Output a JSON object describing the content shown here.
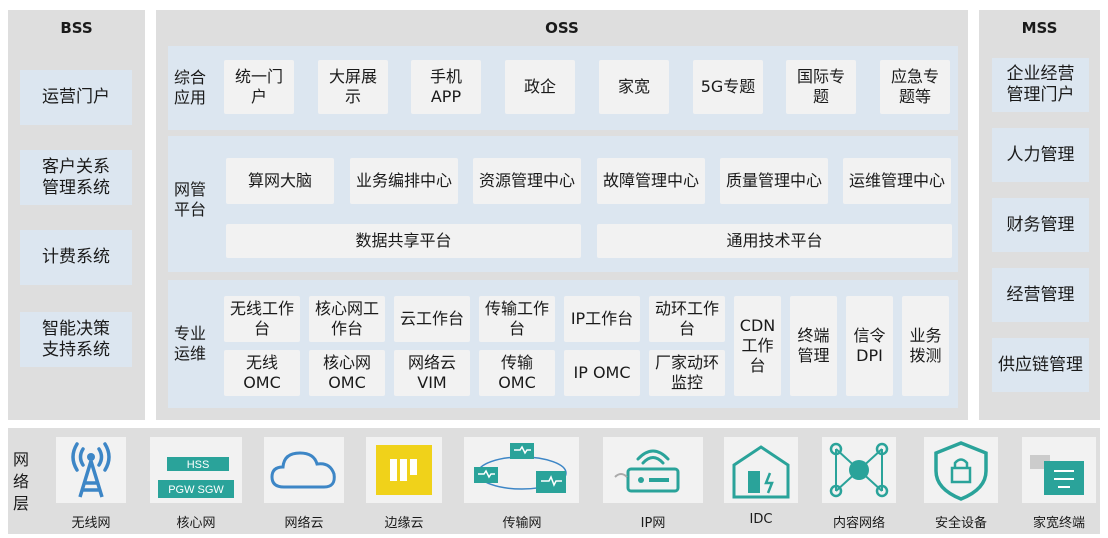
{
  "bss": {
    "title": "BSS",
    "items": [
      "运营门户",
      "客户关系\n管理系统",
      "计费系统",
      "智能决策\n支持系统"
    ]
  },
  "oss": {
    "title": "OSS",
    "app_layer": {
      "label": "综合\n应用",
      "items": [
        "统一门\n户",
        "大屏展\n示",
        "手机\nAPP",
        "政企",
        "家宽",
        "5G专题",
        "国际专\n题",
        "应急专\n题等"
      ]
    },
    "mgmt_layer": {
      "label": "网管\n平台",
      "centers": [
        "算网大脑",
        "业务编排中心",
        "资源管理中心",
        "故障管理中心",
        "质量管理中心",
        "运维管理中心"
      ],
      "platforms": [
        "数据共享平台",
        "通用技术平台"
      ]
    },
    "ops_layer": {
      "label": "专业\n运维",
      "top_row": [
        "无线工作\n台",
        "核心网工\n作台",
        "云工作台",
        "传输工作\n台",
        "IP工作台",
        "动环工作\n台"
      ],
      "bottom_row": [
        "无线\nOMC",
        "核心网\nOMC",
        "网络云\nVIM",
        "传输\nOMC",
        "IP OMC",
        "厂家动环\n监控"
      ],
      "tall": [
        "CDN\n工作\n台",
        "终端\n管理",
        "信令\nDPI",
        "业务\n拨测"
      ]
    }
  },
  "mss": {
    "title": "MSS",
    "items": [
      "企业经营\n管理门户",
      "人力管理",
      "财务管理",
      "经营管理",
      "供应链管理"
    ]
  },
  "network": {
    "label": "网\n络\n层",
    "items": [
      "无线网",
      "核心网",
      "网络云",
      "边缘云",
      "传输网",
      "IP网",
      "IDC",
      "内容网络",
      "安全设备",
      "家宽终端"
    ],
    "core_box_labels": [
      "HSS",
      "PGW  SGW"
    ]
  },
  "colors": {
    "panel": "#dedede",
    "light_blue": "#dce6f0",
    "box": "#f2f2f2",
    "icon_teal": "#2aa39a",
    "icon_blue": "#3d86c6",
    "icon_yellow": "#f0d21a"
  }
}
